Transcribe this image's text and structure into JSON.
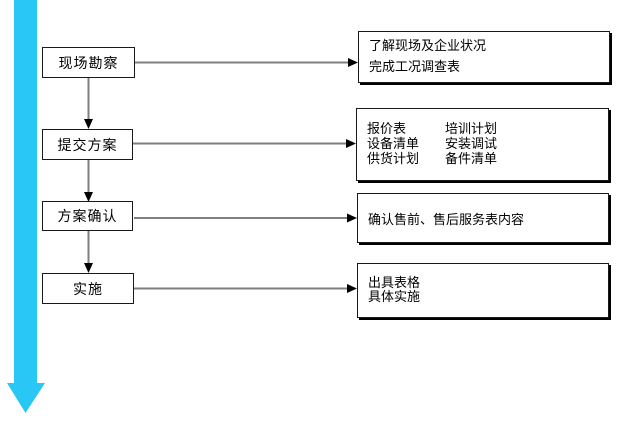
{
  "colors": {
    "background": "#FFFFFF",
    "big_arrow": "#29C8F4",
    "connector_line": "#7F7F7F",
    "arrowhead": "#000000",
    "box_border": "#1A1A1A"
  },
  "flow": {
    "steps": [
      {
        "label": "现场勘察"
      },
      {
        "label": "提交方案"
      },
      {
        "label": "方案确认"
      },
      {
        "label": "实施"
      }
    ],
    "details": [
      {
        "lines": [
          "了解现场及企业状况",
          "完成工况调查表"
        ]
      },
      {
        "columns": [
          [
            "报价表",
            "设备清单",
            "供货计划"
          ],
          [
            "培训计划",
            "安装调试",
            "备件清单"
          ]
        ]
      },
      {
        "lines": [
          "确认售前、售后服务表内容"
        ]
      },
      {
        "lines": [
          "出具表格",
          "具体实施"
        ]
      }
    ]
  }
}
